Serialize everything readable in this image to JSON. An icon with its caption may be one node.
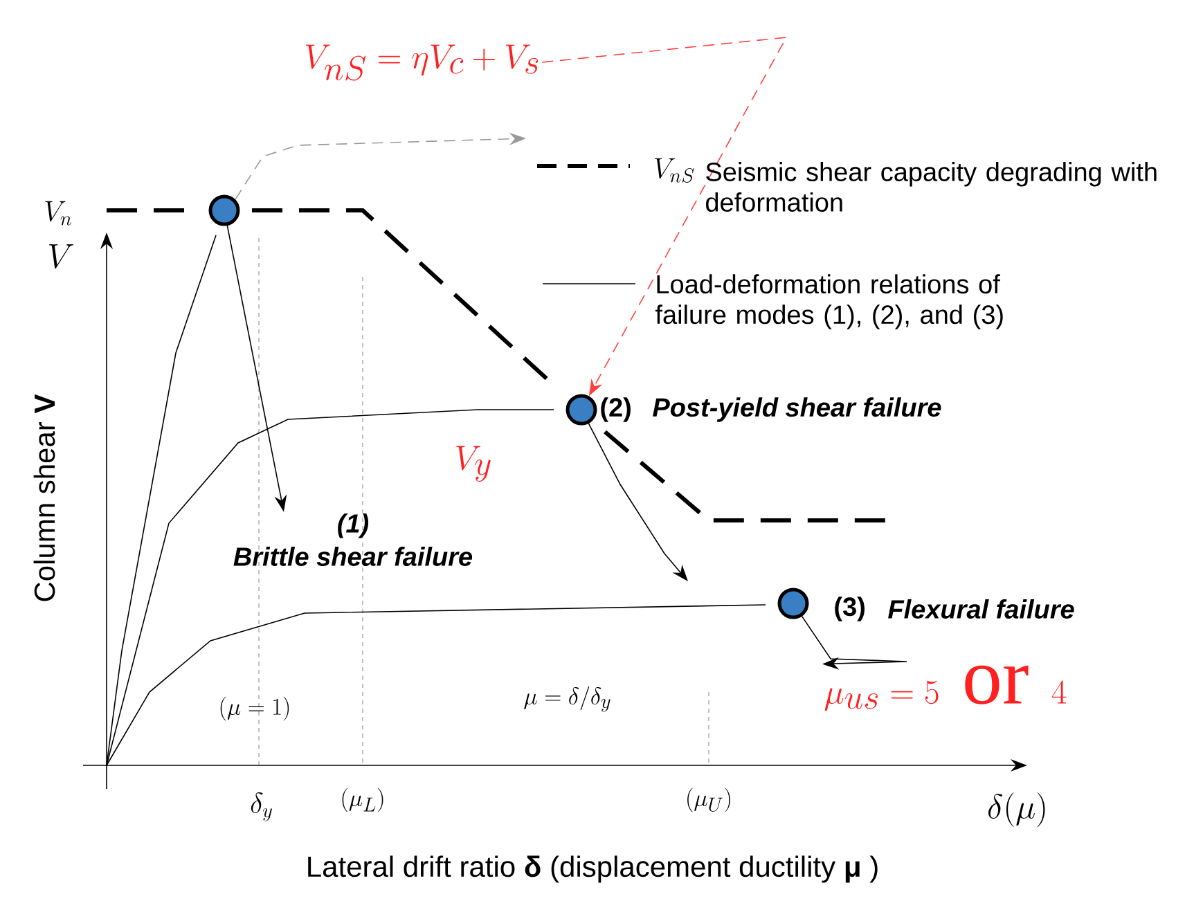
{
  "diagram": {
    "nodes": [
      {
        "text": [
          "V_{nS} = \\eta V_c + V_s"
        ]
      },
      {
        "text": [],
        "shape": "circle"
      },
      {
        "text": [],
        "shape": "circle",
        "beside": [
          "(2)",
          "Post-yield shear failure"
        ]
      },
      {
        "text": [],
        "shape": "circle",
        "beside": [
          "(3)",
          "Flexural failure"
        ]
      },
      {
        "text": [
          "(1)",
          "Brittle shear failure"
        ]
      },
      {
        "text": [
          "\\mu_{us} = 5\\mathrm{\\ or\\ }4"
        ]
      }
    ],
    "edges": [
      {
        "from": 0,
        "to": 2,
        "arrow": "to",
        "style": "dashed",
        "color": "#ff4040"
      },
      {
        "from": 1,
        "to": 4,
        "arrow": "to"
      },
      {
        "from": 2,
        "to": null,
        "arrow": "to"
      },
      {
        "from": 3,
        "to": 5,
        "arrow": "to"
      },
      {
        "from": 1,
        "to": null,
        "arrow": "to",
        "style": "dashed",
        "color": "#999999"
      }
    ],
    "labels": [
      "V",
      "V_n",
      "V_{nS}",
      "V_y",
      "Column shear **V**",
      "(\\mu = 1)",
      "\\mu = \\delta / \\delta_y",
      "\\delta_y",
      "(\\mu_L)",
      "(\\mu_U)",
      "\\delta(\\mu)",
      "Lateral drift ratio **δ** (displacement ductility **μ** )"
    ],
    "legend": [
      {
        "text": "Seismic shear capacity degrading with deformation"
      },
      {
        "text": "Load-deformation relations of failure modes (1), (2), and (3)"
      }
    ]
  }
}
